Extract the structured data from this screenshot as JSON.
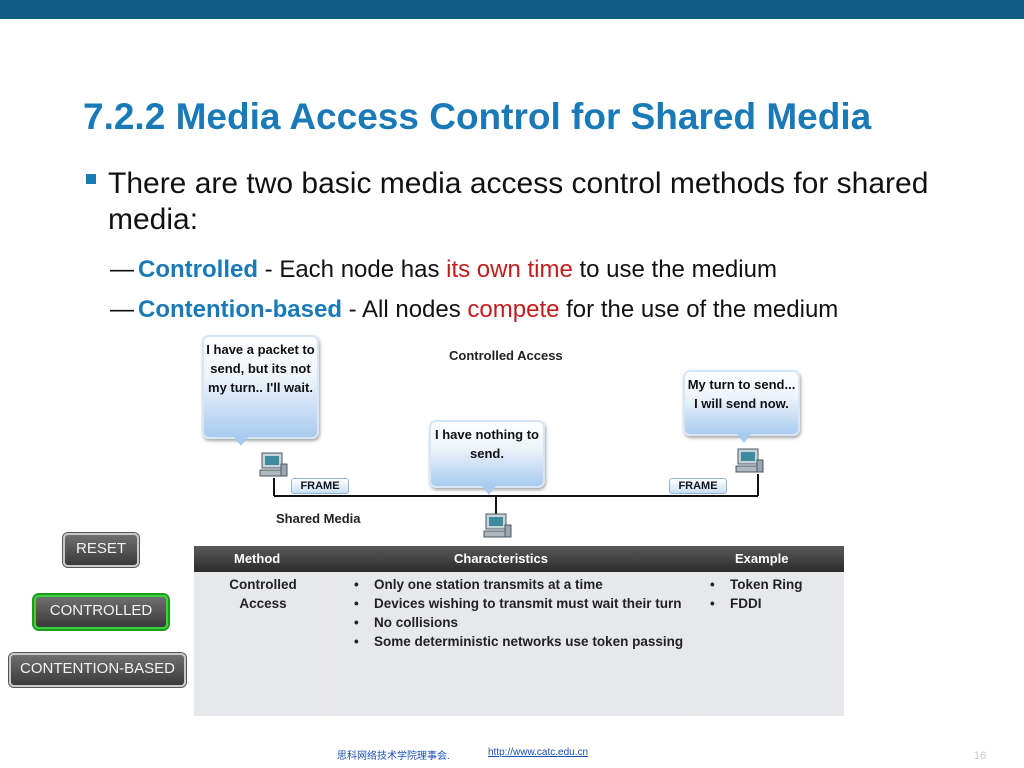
{
  "slide": {
    "title": "7.2.2 Media Access Control for Shared Media",
    "bullet": "There are two basic media access control methods for shared media:",
    "sub1": {
      "dash": "—",
      "term": "Controlled",
      "pre": " - Each node has ",
      "highlight": "its own time",
      "post": " to use the medium"
    },
    "sub2": {
      "dash": "—",
      "term": "Contention-based",
      "pre": " - All nodes ",
      "highlight": "compete",
      "post": " for the use of the medium"
    },
    "page_number": "16"
  },
  "diagram": {
    "title": "Controlled Access",
    "bubbles": [
      "I have a packet to send, but its not my turn.. I'll wait.",
      "I have nothing to send.",
      "My turn to send... I will send now."
    ],
    "frame_label": "FRAME",
    "shared_media_label": "Shared Media",
    "icons": {
      "computer": "computer-icon"
    },
    "colors": {
      "line": "#111111",
      "bubble": "#a9cbef",
      "title": "#1a7ab8",
      "highlight": "#c41c1c"
    }
  },
  "buttons": {
    "reset": "RESET",
    "controlled": "CONTROLLED",
    "contention": "CONTENTION-BASED"
  },
  "table": {
    "headers": [
      "Method",
      "Characteristics",
      "Example"
    ],
    "method": "Controlled Access",
    "characteristics": [
      "Only one station transmits at a time",
      "Devices wishing to transmit must wait their turn",
      "No collisions",
      "Some deterministic networks use token passing"
    ],
    "examples": [
      "Token Ring",
      "FDDI"
    ]
  },
  "footer": {
    "org": "思科网络技术学院理事会.",
    "link": "http://www.catc.edu.cn"
  }
}
